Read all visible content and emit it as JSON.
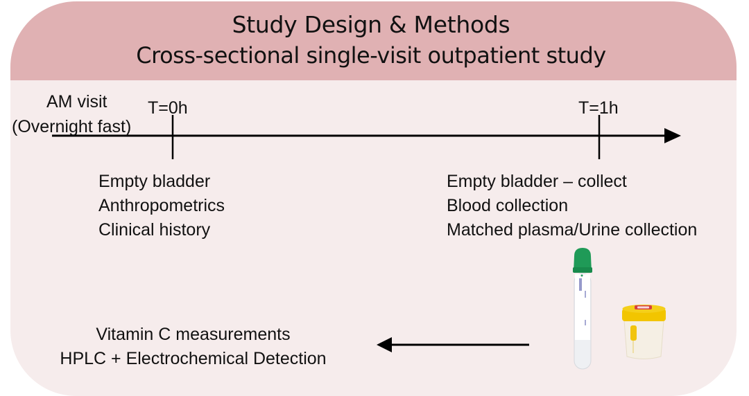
{
  "header": {
    "title": "Study Design & Methods",
    "subtitle": "Cross-sectional single-visit outpatient study"
  },
  "timeline": {
    "start_label_line1": "AM visit",
    "start_label_line2": "(Overnight fast)",
    "points": [
      {
        "label": "T=0h",
        "steps": [
          "Empty bladder",
          "Anthropometrics",
          "Clinical history"
        ]
      },
      {
        "label": "T=1h",
        "steps": [
          "Empty bladder – collect",
          "Blood collection",
          "Matched plasma/Urine collection"
        ]
      }
    ]
  },
  "samples": {
    "blood_tube": "green-cap blood collection tube",
    "urine_cup": "yellow-lid urine specimen cup"
  },
  "analysis": {
    "line1": "Vitamin C measurements",
    "line2": "HPLC + Electrochemical Detection"
  },
  "colors": {
    "header_bg": "#e0b1b3",
    "body_bg": "#f6ecec",
    "tube_cap": "#1f9a57",
    "cup_lid": "#f2c500"
  }
}
